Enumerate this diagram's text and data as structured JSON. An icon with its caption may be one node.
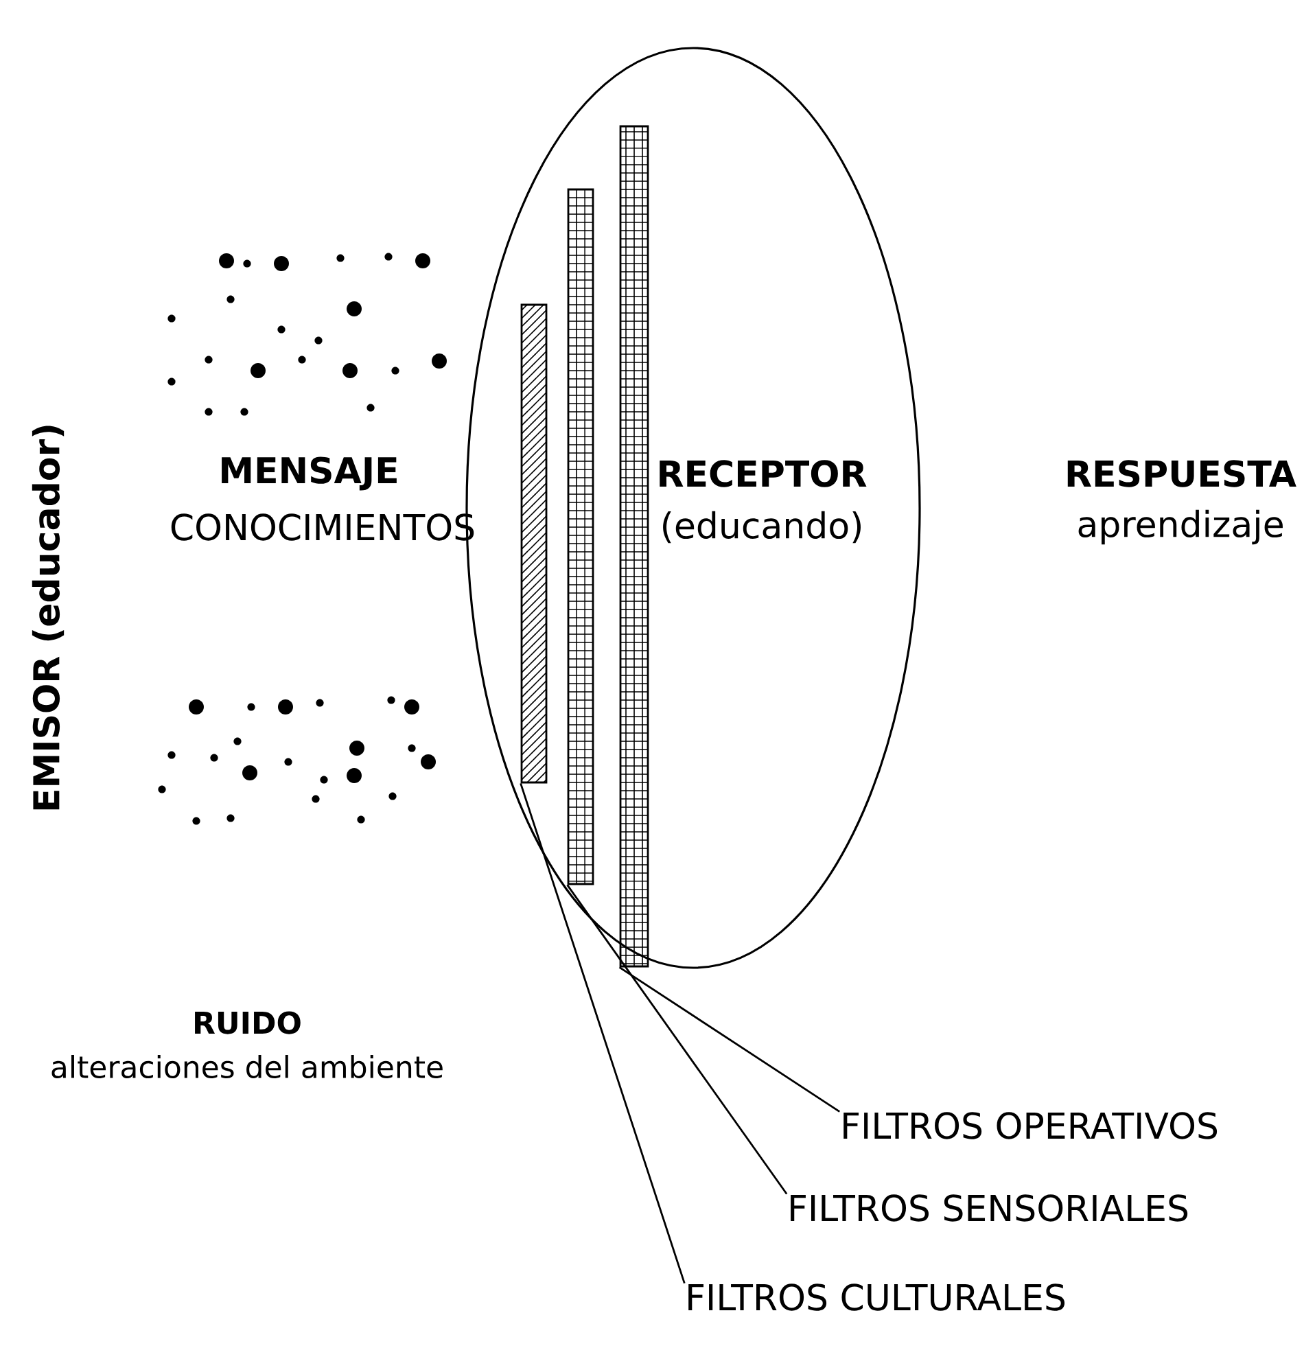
{
  "diagram": {
    "nodes": [
      {
        "text": [
          "RECEPTOR",
          "(educando)"
        ]
      },
      {
        "text": [],
        "shape": "bar",
        "in": 0
      },
      {
        "text": [],
        "shape": "bar",
        "in": 0
      },
      {
        "text": [],
        "shape": "bar",
        "in": 0
      },
      {
        "text": [
          "FILTROS OPERATIVOS"
        ]
      },
      {
        "text": [
          "FILTROS SENSORIALES"
        ]
      },
      {
        "text": [
          "FILTROS CULTURALES"
        ]
      }
    ],
    "edges": [
      {
        "from": 4,
        "to": 3,
        "arrow": "none"
      },
      {
        "from": 5,
        "to": 2,
        "arrow": "none"
      },
      {
        "from": 6,
        "to": 1,
        "arrow": "none"
      }
    ],
    "labels": [
      "EMISOR (educador)",
      "MENSAJE",
      "CONOCIMIENTOS",
      "RESPUESTA",
      "aprendizaje",
      "RUIDO",
      "alteraciones del ambiente"
    ]
  }
}
